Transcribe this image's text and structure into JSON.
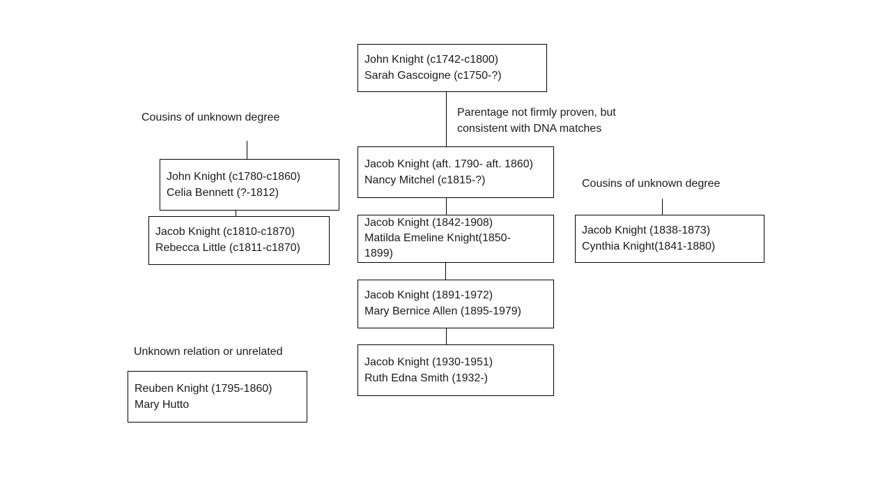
{
  "diagram": {
    "boxes": {
      "john_1742": {
        "line1": "John Knight (c1742-c1800)",
        "line2": "Sarah Gascoigne (c1750-?)"
      },
      "jacob_1790": {
        "line1": "Jacob Knight (aft. 1790- aft. 1860)",
        "line2": "Nancy Mitchel (c1815-?)"
      },
      "jacob_1842": {
        "line1": "Jacob Knight (1842-1908)",
        "line2": "Matilda Emeline Knight(1850-1899)"
      },
      "jacob_1891": {
        "line1": "Jacob Knight (1891-1972)",
        "line2": "Mary Bernice Allen (1895-1979)"
      },
      "jacob_1930": {
        "line1": "Jacob Knight (1930-1951)",
        "line2": "Ruth Edna Smith (1932-)"
      },
      "john_1780": {
        "line1": "John Knight (c1780-c1860)",
        "line2": "Celia Bennett (?-1812)"
      },
      "jacob_1810": {
        "line1": "Jacob Knight (c1810-c1870)",
        "line2": "Rebecca Little (c1811-c1870)"
      },
      "jacob_1838": {
        "line1": "Jacob Knight (1838-1873)",
        "line2": "Cynthia Knight(1841-1880)"
      },
      "reuben_1795": {
        "line1": "Reuben Knight (1795-1860)",
        "line2": "Mary Hutto"
      }
    },
    "labels": {
      "parentage_line1": "Parentage not firmly proven, but",
      "parentage_line2": "consistent with DNA matches",
      "cousins_left": "Cousins of unknown degree",
      "cousins_right": "Cousins of unknown degree",
      "unknown_relation": "Unknown relation or unrelated"
    }
  }
}
